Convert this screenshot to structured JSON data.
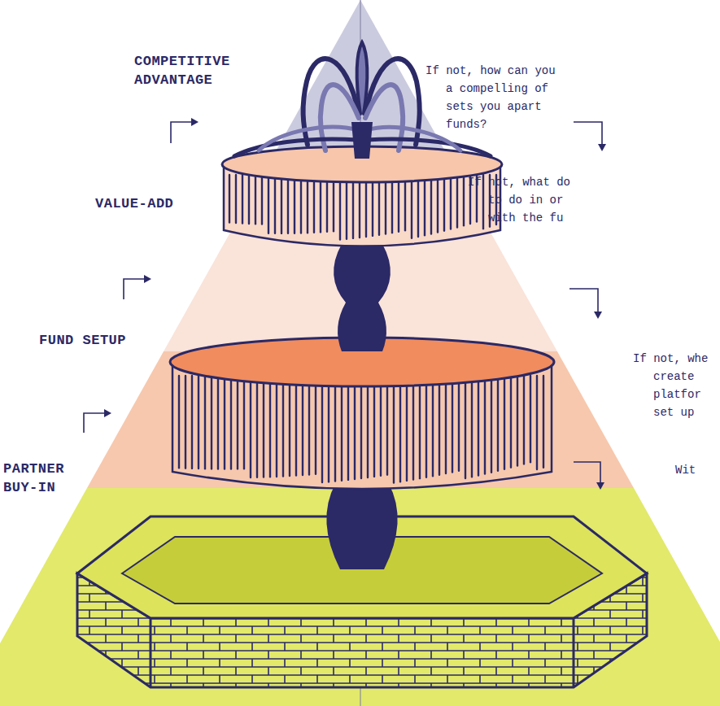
{
  "diagram": {
    "nodes": [
      {
        "text": [
          "COMPETITIVE ADVANTAGE",
          "If not, how can you a compelling of sets you apart funds?"
        ]
      },
      {
        "text": [
          "VALUE-ADD",
          "If not, what do to do in or with the fu"
        ]
      },
      {
        "text": [
          "FUND SETUP",
          "If not, whe create platfor set up"
        ]
      },
      {
        "text": [
          "PARTNER BUY-IN",
          "Wit"
        ]
      }
    ]
  }
}
